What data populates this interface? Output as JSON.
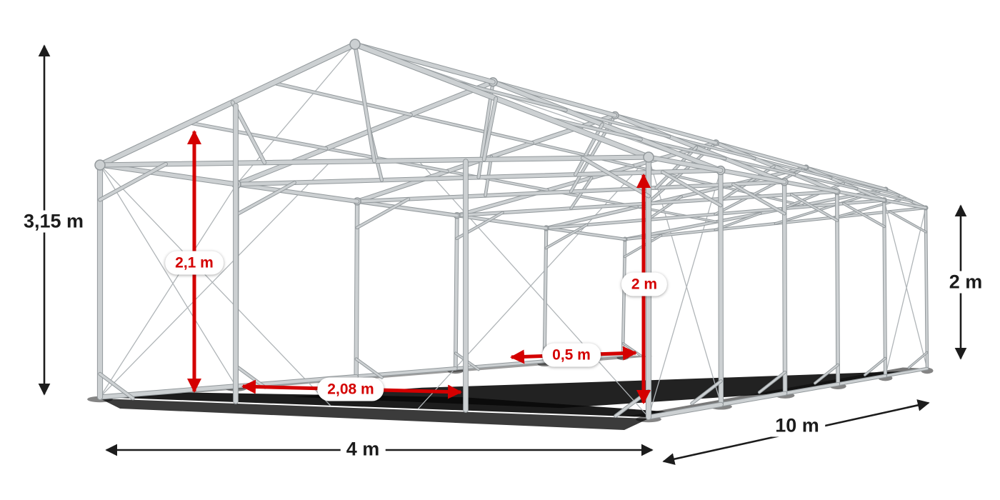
{
  "scene": {
    "background": "#ffffff",
    "frame_light": "#ccd0d2",
    "frame_dark": "#93999c",
    "cable": "#b0b5b8",
    "shadow": "#0a0a0a",
    "red": "#d40000",
    "black": "#1c1c1c",
    "label_bg": "#ffffff"
  },
  "labels": {
    "ridge_height": "3,15 m",
    "clear_height": "2,1 m",
    "door_height": "2 m",
    "side_height": "2 m",
    "side_offset": "0,5 m",
    "door_width": "2,08 m",
    "width": "4 m",
    "length": "10 m"
  }
}
